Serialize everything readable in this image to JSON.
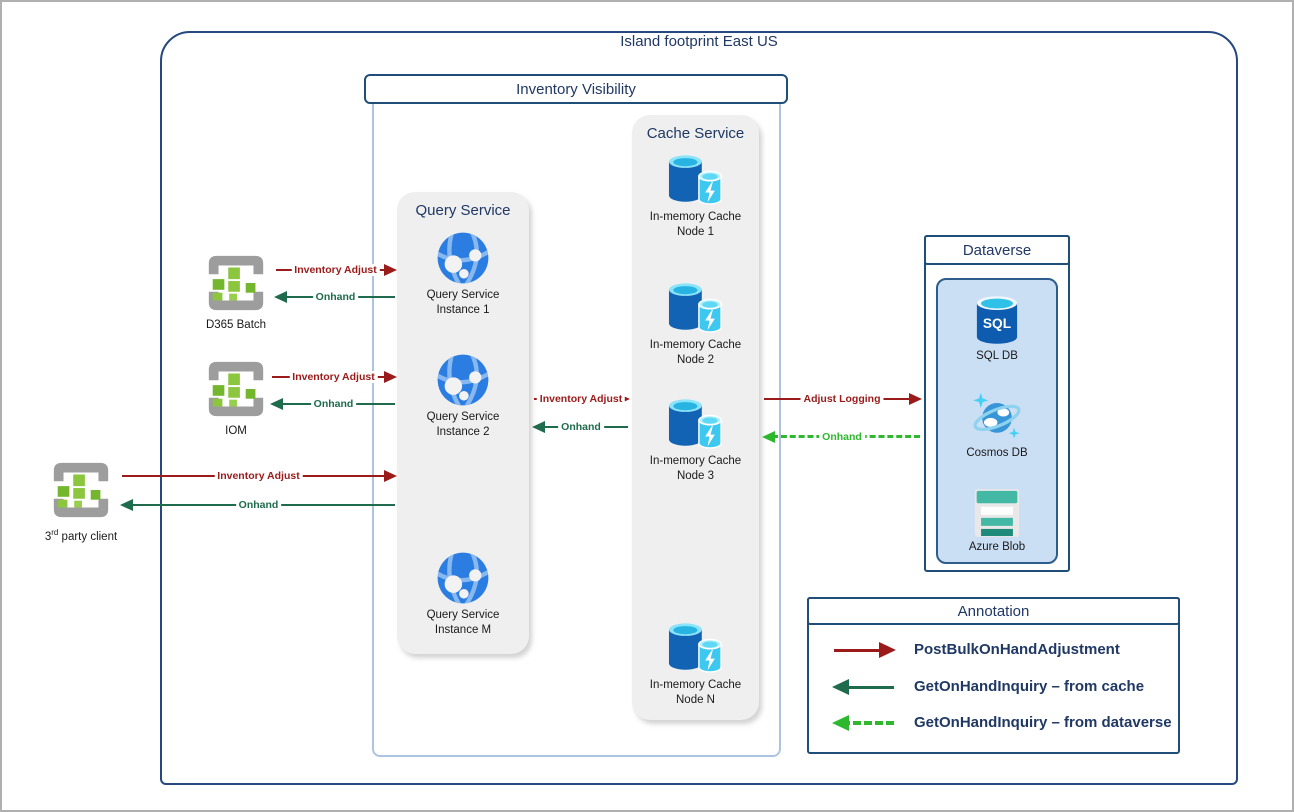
{
  "island": {
    "title": "Island footprint East US"
  },
  "inventory_visibility": {
    "title": "Inventory Visibility"
  },
  "query_service": {
    "title": "Query Service",
    "instances": [
      {
        "line1": "Query Service",
        "line2": "Instance 1"
      },
      {
        "line1": "Query Service",
        "line2": "Instance 2"
      },
      {
        "line1": "Query Service",
        "line2": "Instance M"
      }
    ]
  },
  "cache_service": {
    "title": "Cache Service",
    "nodes": [
      {
        "line1": "In-memory Cache",
        "line2": "Node 1"
      },
      {
        "line1": "In-memory Cache",
        "line2": "Node 2"
      },
      {
        "line1": "In-memory Cache",
        "line2": "Node 3"
      },
      {
        "line1": "In-memory Cache",
        "line2": "Node N"
      }
    ]
  },
  "dataverse": {
    "title": "Dataverse",
    "items": [
      {
        "label": "SQL DB",
        "icon": "sql-database-icon"
      },
      {
        "label": "Cosmos DB",
        "icon": "cosmos-db-icon"
      },
      {
        "label": "Azure Blob",
        "icon": "azure-blob-icon"
      }
    ]
  },
  "clients": [
    {
      "label": "D365 Batch"
    },
    {
      "label": "IOM"
    },
    {
      "label_num": "3",
      "label_sup": "rd",
      "label_rest": " party client"
    }
  ],
  "flows": [
    {
      "from": "D365 Batch",
      "to": "Query Service",
      "label": "Inventory Adjust",
      "color": "#9b1b1b",
      "style": "solid",
      "direction": "right"
    },
    {
      "from": "Query Service",
      "to": "D365 Batch",
      "label": "Onhand",
      "color": "#1e6b4d",
      "style": "solid",
      "direction": "left"
    },
    {
      "from": "IOM",
      "to": "Query Service",
      "label": "Inventory Adjust",
      "color": "#9b1b1b",
      "style": "solid",
      "direction": "right"
    },
    {
      "from": "Query Service",
      "to": "IOM",
      "label": "Onhand",
      "color": "#1e6b4d",
      "style": "solid",
      "direction": "left"
    },
    {
      "from": "3rd party client",
      "to": "Query Service",
      "label": "Inventory Adjust",
      "color": "#9b1b1b",
      "style": "solid",
      "direction": "right"
    },
    {
      "from": "Query Service",
      "to": "3rd party client",
      "label": "Onhand",
      "color": "#1e6b4d",
      "style": "solid",
      "direction": "left"
    },
    {
      "from": "Query Service",
      "to": "Cache Service",
      "label": "Inventory Adjust",
      "color": "#9b1b1b",
      "style": "solid",
      "direction": "right"
    },
    {
      "from": "Cache Service",
      "to": "Query Service",
      "label": "Onhand",
      "color": "#1e6b4d",
      "style": "solid",
      "direction": "left"
    },
    {
      "from": "Cache Service",
      "to": "Dataverse",
      "label": "Adjust Logging",
      "color": "#9b1b1b",
      "style": "solid",
      "direction": "right"
    },
    {
      "from": "Dataverse",
      "to": "Cache Service",
      "label": "Onhand",
      "color": "#2eb82e",
      "style": "dashed",
      "direction": "left"
    }
  ],
  "annotation": {
    "title": "Annotation",
    "items": [
      {
        "label": "PostBulkOnHandAdjustment",
        "arrow": "solid-darkred-right"
      },
      {
        "label": "GetOnHandInquiry – from cache",
        "arrow": "solid-darkgreen-left"
      },
      {
        "label": "GetOnHandInquiry – from dataverse",
        "arrow": "dashed-green-left"
      }
    ]
  },
  "colors": {
    "navy_text": "#1f3864",
    "island_border": "#24487f",
    "banner_border": "#1f4e79",
    "container_border": "#aec3e2",
    "panel_gray": "#efefef",
    "adjust_red": "#9b1b1b",
    "onhand_green": "#1e6b4d",
    "dataverse_green": "#2eb82e",
    "dataverse_fill": "#cbdff4",
    "globe_blue": "#2b7de1",
    "cache_blue": "#1263b4",
    "cache_cyan": "#3cc8ef",
    "client_gray": "#9d9d9d",
    "client_green": "#8cc63f"
  }
}
